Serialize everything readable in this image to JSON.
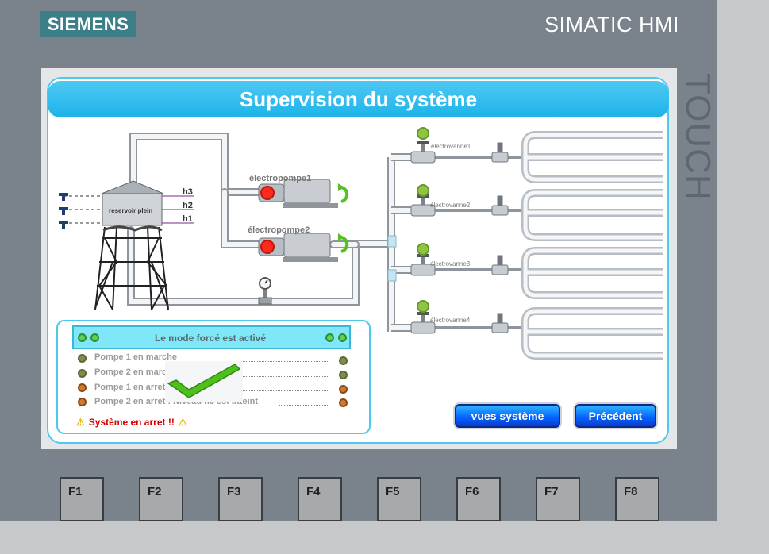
{
  "header": {
    "logo": "SIEMENS",
    "brand": "SIMATIC HMI",
    "side_label": "TOUCH"
  },
  "screen": {
    "title": "Supervision du système",
    "reservoir_label": "reservoir plein",
    "levels": [
      "h3",
      "h2",
      "h1"
    ],
    "pumps": [
      {
        "label": "électropompe1",
        "state_color": "#ff2a1e"
      },
      {
        "label": "électropompe2",
        "state_color": "#ff2a1e"
      }
    ],
    "valves": [
      "électrovanne1",
      "électrovanne2",
      "électrovanne3",
      "électrovanne4"
    ],
    "colors": {
      "accent": "#1db3ea",
      "indicator_green": "#8ec63f",
      "indicator_off": "#8a8a8a",
      "alarm": "#d40000"
    }
  },
  "status": {
    "mode_text": "Le mode forcé est activé",
    "rows": [
      {
        "text": "Pompe 1 en marche",
        "color": "#8a9a5a"
      },
      {
        "text": "Pompe 2 en marche",
        "color": "#8a9a5a"
      },
      {
        "text": "Pompe 1 en arret",
        "color": "#d07a30"
      },
      {
        "text": "Pompe 2 en arret : Niveau h3 est atteint",
        "color": "#d07a30"
      }
    ],
    "alarm": "Système en arret !!"
  },
  "buttons": {
    "system_views": "vues système",
    "previous": "Précédent"
  },
  "function_keys": [
    "F1",
    "F2",
    "F3",
    "F4",
    "F5",
    "F6",
    "F7",
    "F8"
  ]
}
